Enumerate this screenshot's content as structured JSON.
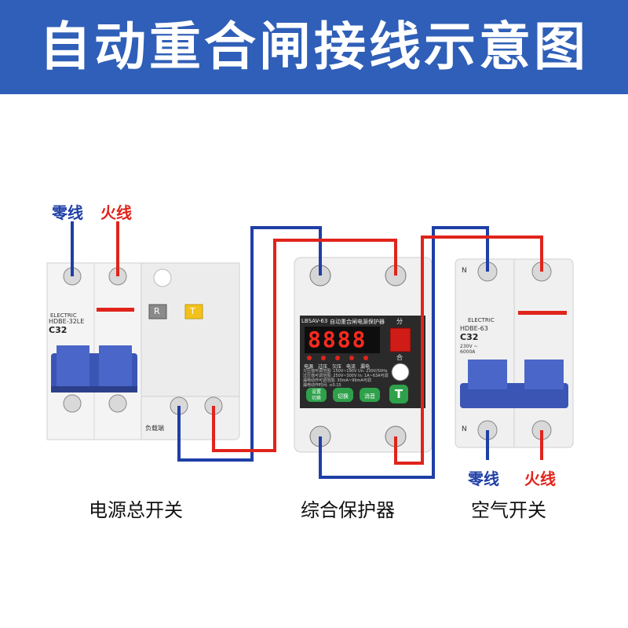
{
  "title": "自动重合闸接线示意图",
  "labels": {
    "left_neutral": "零线",
    "left_live": "火线",
    "right_neutral": "零线",
    "right_live": "火线"
  },
  "captions": {
    "left": "电源总开关",
    "middle": "综合保护器",
    "right": "空气开关"
  },
  "left_breaker": {
    "brand": "ELECTRIC",
    "model": "HDBE-32LE",
    "rating": "C32",
    "button_r": "R",
    "button_t": "T",
    "load_side": "负载端"
  },
  "protector": {
    "model": "LBSAV-63",
    "name": "自动重合闸电源保护器",
    "display": "8888",
    "switch_off": "分",
    "switch_on": "合",
    "indicators": [
      "电源",
      "过压",
      "欠压",
      "电流",
      "漏电"
    ],
    "buttons": {
      "set": "设置\n切换",
      "up": "切换",
      "down": "消音",
      "test": "T"
    },
    "spec_lines": [
      "欠压值可调范围: 150V~190V  Un: 230V/50Hz",
      "过压值可调范围: 250V~300V  In: 1A~63A可调",
      "漏电动作可调范围: 30mA~99mA可调",
      "漏电动作时间: ≤0.1S"
    ]
  },
  "right_breaker": {
    "brand": "ELECTRIC",
    "model": "HDBE-63",
    "rating": "C32",
    "spec": "230V ~\n6000A",
    "terminal_n": "N"
  },
  "colors": {
    "banner": "#2f5fb8",
    "neutral_wire": "#1f3fa6",
    "live_wire": "#e0241b",
    "device_body": "#f2f2f2",
    "handle": "#3a55b4"
  }
}
